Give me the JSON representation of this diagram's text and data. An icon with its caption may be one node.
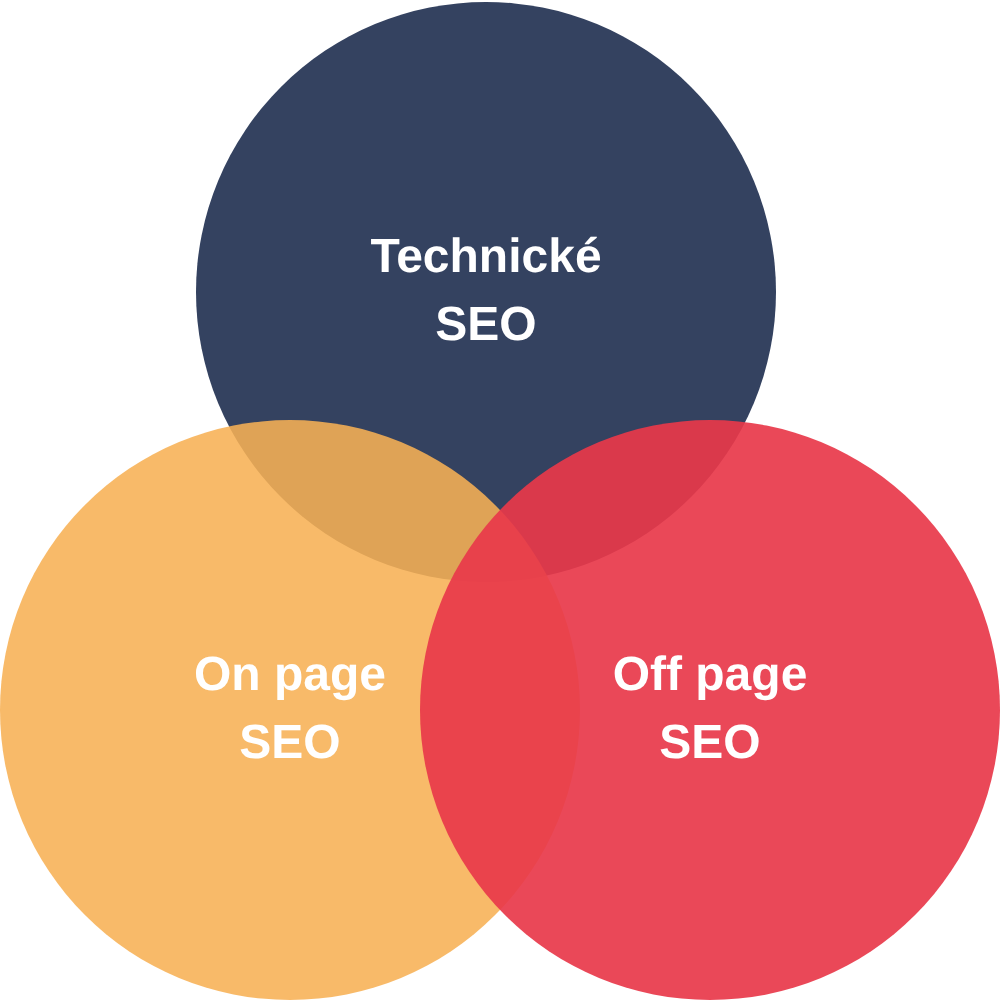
{
  "diagram": {
    "nodes": [
      {
        "text": [
          "Technické SEO"
        ]
      },
      {
        "text": [
          "On page SEO"
        ]
      },
      {
        "text": [
          "Off page SEO"
        ]
      }
    ]
  }
}
